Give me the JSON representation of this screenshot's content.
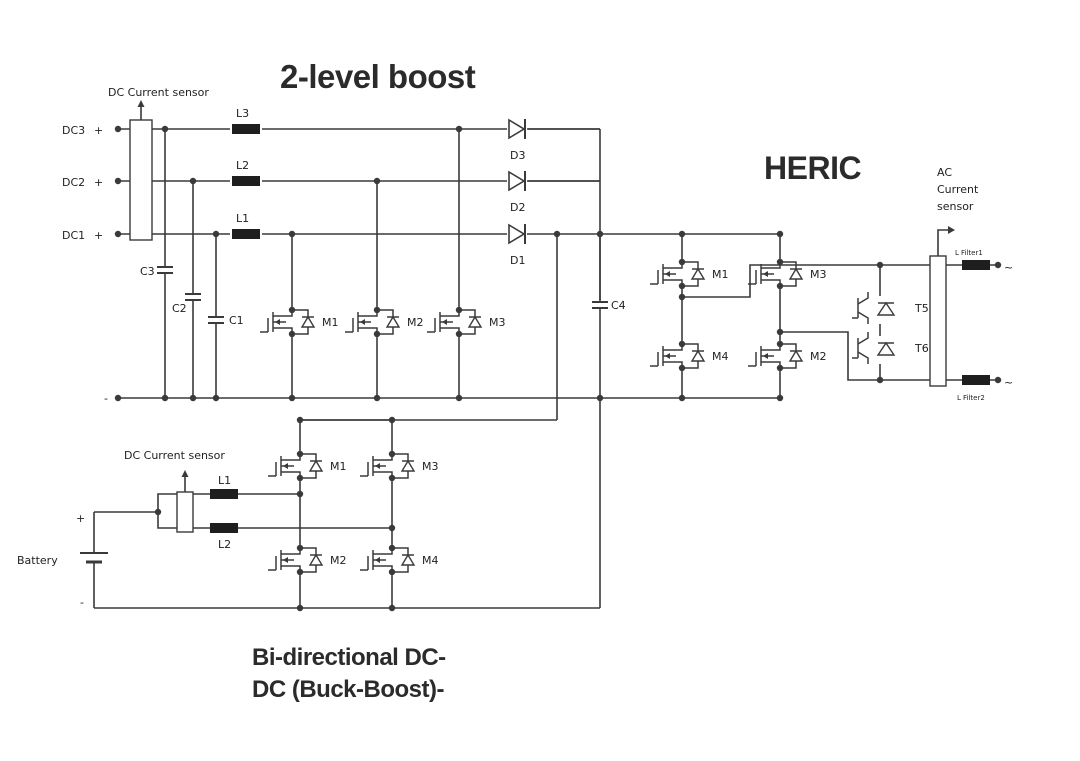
{
  "headings": {
    "boost": "2-level boost",
    "heric": "HERIC",
    "dcdc_line1": "Bi-directional DC-",
    "dcdc_line2": "DC (Buck-Boost)-"
  },
  "labels": {
    "dc_sensor_top": "DC Current sensor",
    "dc3": "DC3",
    "dc2": "DC2",
    "dc1": "DC1",
    "plus": "+",
    "minus": "-",
    "L3": "L3",
    "L2": "L2",
    "L1": "L1",
    "D3": "D3",
    "D2": "D2",
    "D1": "D1",
    "C3": "C3",
    "C2": "C2",
    "C1": "C1",
    "C4": "C4",
    "M1": "M1",
    "M2": "M2",
    "M3": "M3",
    "M4": "M4",
    "T5": "T5",
    "T6": "T6",
    "ac_sensor_1": "AC",
    "ac_sensor_2": "Current",
    "ac_sensor_3": "sensor",
    "lfilter1": "L",
    "lfilter1_sub": "Filter1",
    "lfilter2": "L",
    "lfilter2_sub": "Filter2",
    "tilde": "~",
    "dc_sensor_bottom": "DC Current sensor",
    "battery": "Battery"
  },
  "colors": {
    "wire": "#3a3a3a",
    "text": "#222222",
    "heading": "#2b2b2b"
  }
}
